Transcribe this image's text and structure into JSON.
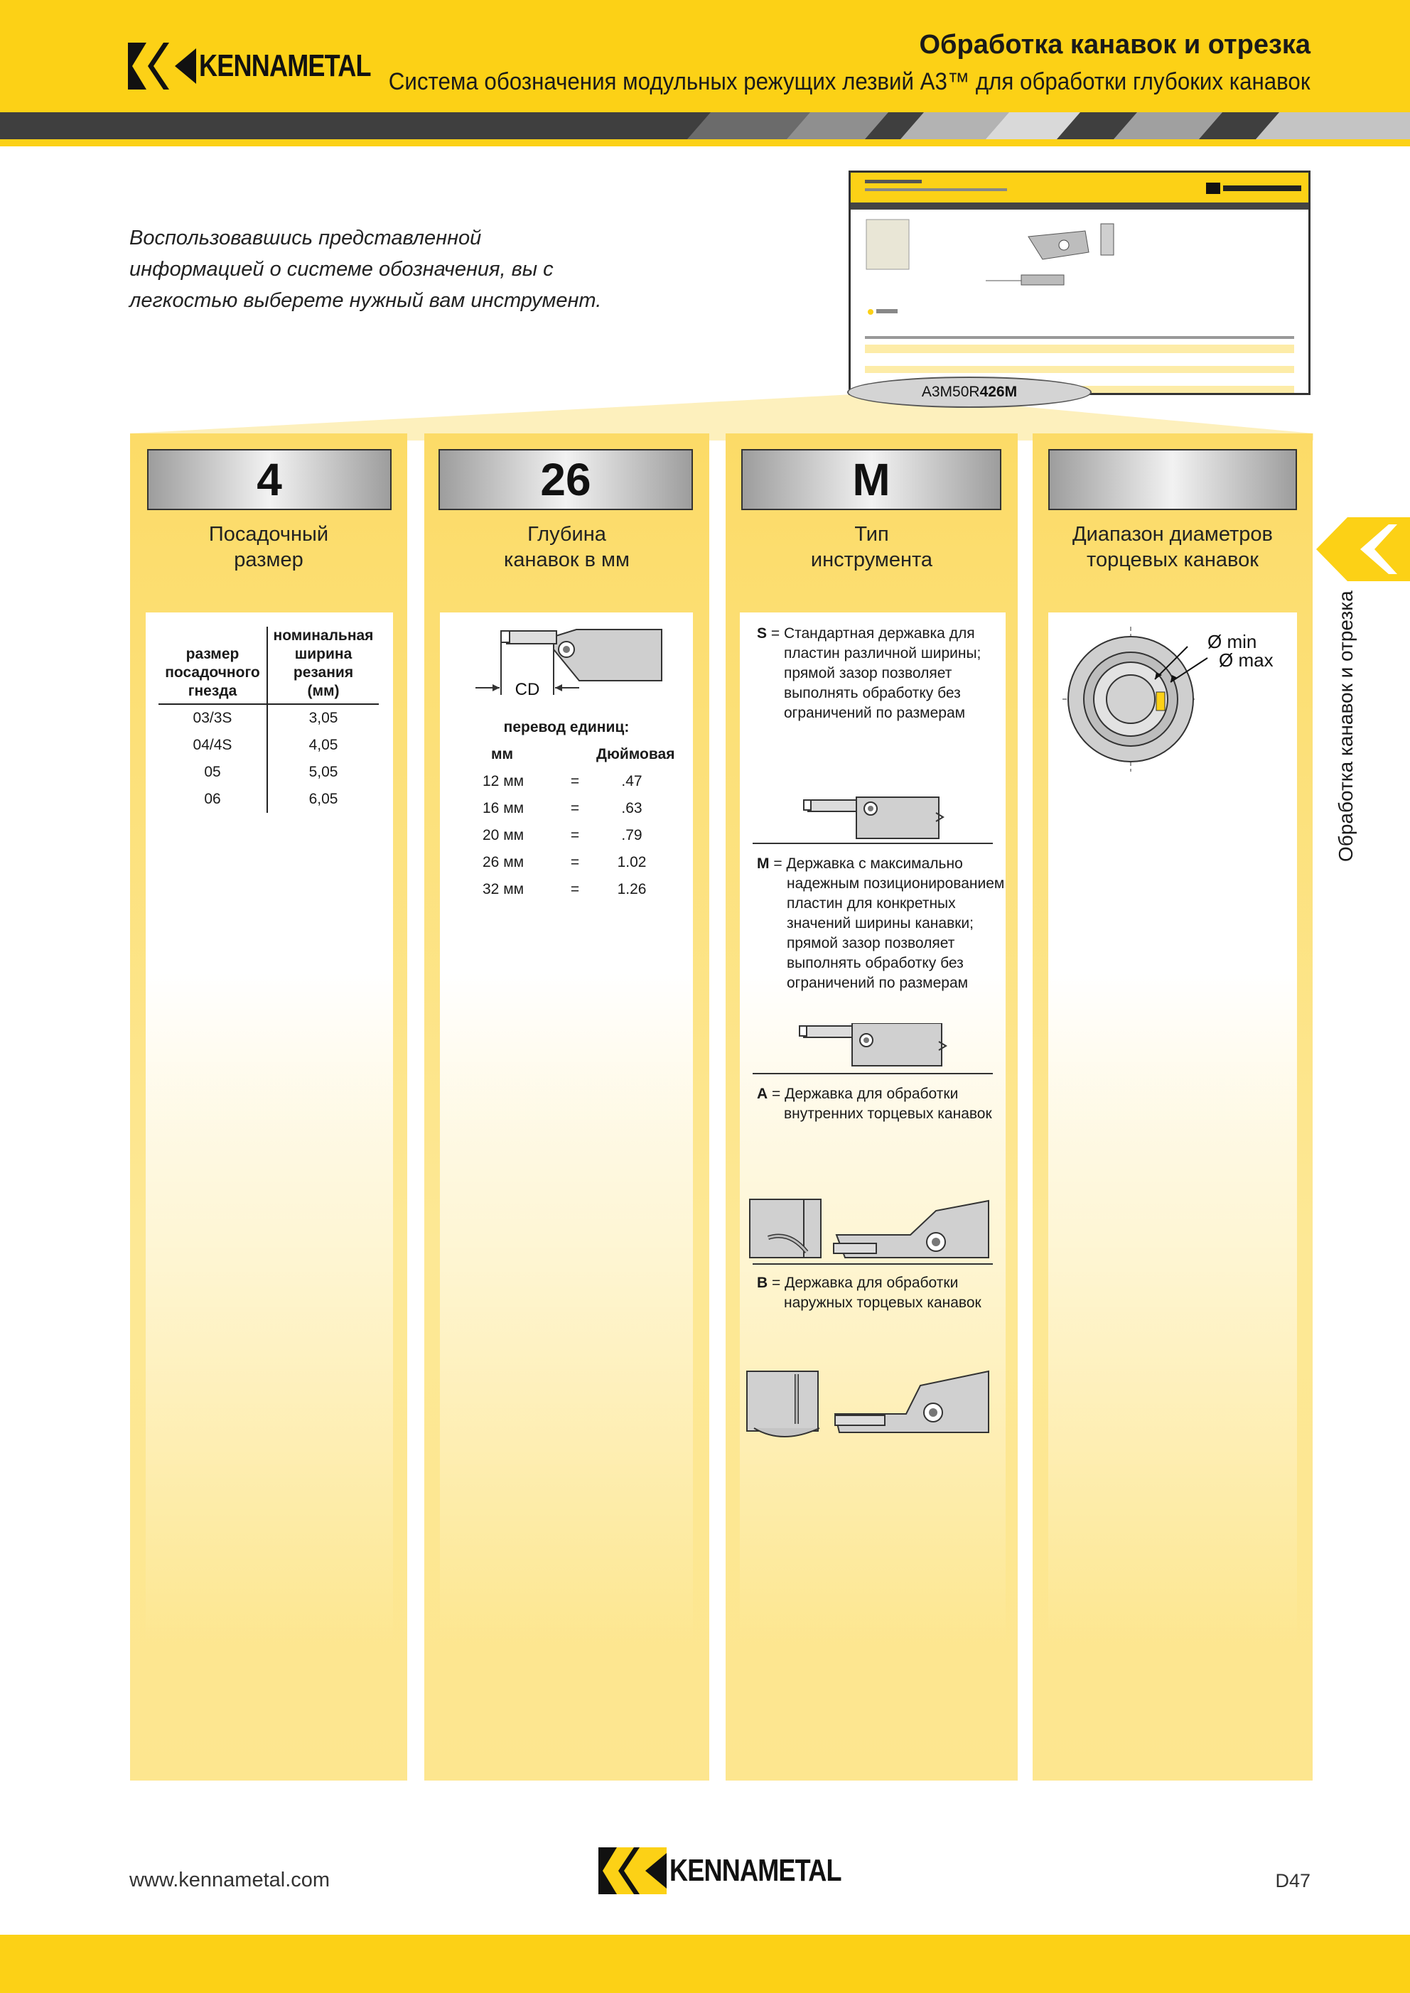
{
  "header": {
    "brand": "KENNAMETAL",
    "title": "Обработка канавок и отрезка",
    "subtitle": "Система обозначения модульных режущих лезвий A3™ для обработки глубоких канавок"
  },
  "intro": {
    "text": "Воспользовавшись представленной информацией о системе обозначения, вы с легкостью выберете нужный вам инструмент."
  },
  "thumbnail": {
    "code_prefix": "A3M50R",
    "code_bold": "426M"
  },
  "columns": [
    {
      "code": "4",
      "label_line1": "Посадочный",
      "label_line2": "размер",
      "table": {
        "h1_line1": "размер",
        "h1_line2": "посадочного",
        "h1_line3": "гнезда",
        "h2_line1": "номинальная",
        "h2_line2": "ширина",
        "h2_line3": "резания",
        "h2_line4": "(мм)",
        "rows": [
          {
            "seat": "03/3S",
            "width": "3,05"
          },
          {
            "seat": "04/4S",
            "width": "4,05"
          },
          {
            "seat": "05",
            "width": "5,05"
          },
          {
            "seat": "06",
            "width": "6,05"
          }
        ]
      }
    },
    {
      "code": "26",
      "label_line1": "Глубина",
      "label_line2": "канавок в мм",
      "diagram_label": "CD",
      "conversion": {
        "title": "перевод единиц:",
        "col_mm": "мм",
        "col_inch": "Дюймовая",
        "rows": [
          {
            "mm": "12 мм",
            "eq": "=",
            "inch": ".47"
          },
          {
            "mm": "16 мм",
            "eq": "=",
            "inch": ".63"
          },
          {
            "mm": "20 мм",
            "eq": "=",
            "inch": ".79"
          },
          {
            "mm": "26 мм",
            "eq": "=",
            "inch": "1.02"
          },
          {
            "mm": "32 мм",
            "eq": "=",
            "inch": "1.26"
          }
        ]
      }
    },
    {
      "code": "M",
      "label_line1": "Тип",
      "label_line2": "инструмента",
      "types": [
        {
          "key": "S",
          "lines": [
            "= Стандартная державка для",
            "пластин различной ширины;",
            "прямой зазор позволяет",
            "выполнять обработку без",
            "ограничений по размерам"
          ]
        },
        {
          "key": "M",
          "lines": [
            "= Державка с максимально",
            "надежным позиционированием",
            "пластин для конкретных",
            "значений ширины канавки;",
            "прямой зазор позволяет",
            "выполнять обработку без",
            "ограничений по размерам"
          ]
        },
        {
          "key": "A",
          "lines": [
            "= Державка для обработки",
            "внутренних торцевых канавок"
          ]
        },
        {
          "key": "B",
          "lines": [
            "= Державка для обработки",
            "наружных торцевых канавок"
          ]
        }
      ]
    },
    {
      "code": "",
      "label_line1": "Диапазон диаметров",
      "label_line2": "торцевых канавок",
      "dia_min": "Ø min",
      "dia_max": "Ø max"
    }
  ],
  "side_tab": {
    "text": "Обработка канавок и отрезка"
  },
  "footer": {
    "url": "www.kennametal.com",
    "brand": "KENNAMETAL",
    "page": "D47"
  },
  "colors": {
    "brand_yellow": "#fcd116",
    "column_yellow": "#fde68f",
    "dark_band": "#3f3f3f"
  }
}
